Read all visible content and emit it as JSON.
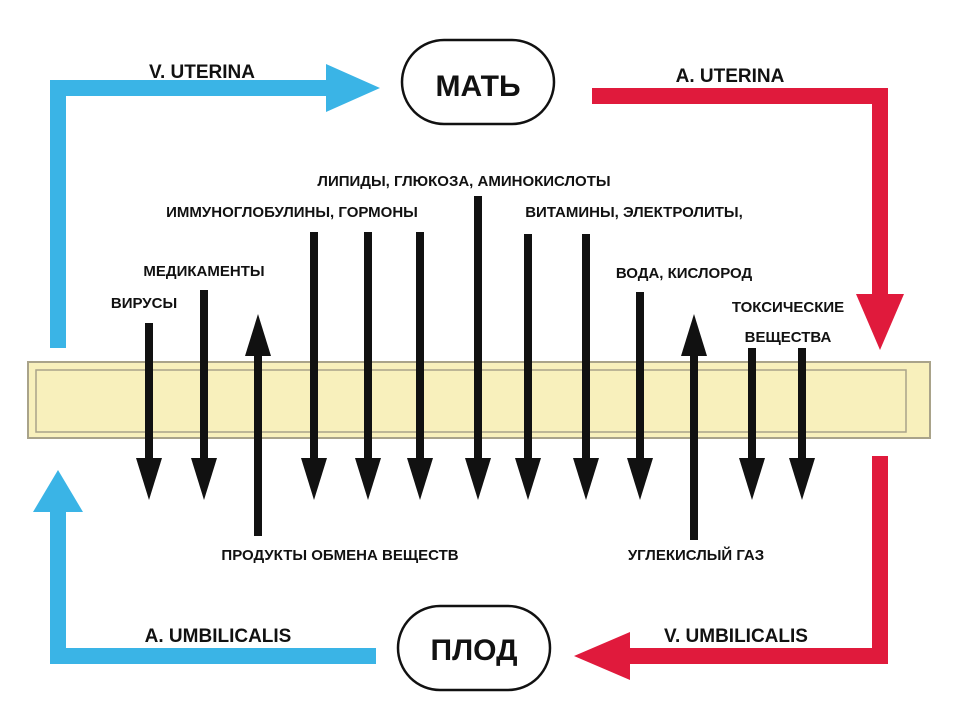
{
  "nodes": {
    "mother": "МАТЬ",
    "fetus": "ПЛОД"
  },
  "vessels": {
    "v_uterina": "V. UTERINA",
    "a_uterina": "A. UTERINA",
    "a_umbilicalis": "A. UMBILICALIS",
    "v_umbilicalis": "V. UMBILICALIS"
  },
  "substances": {
    "viruses": "ВИРУСЫ",
    "medications": "МЕДИКАМЕНТЫ",
    "immunoglobulins": "ИММУНОГЛОБУЛИНЫ, ГОРМОНЫ",
    "lipids": "ЛИПИДЫ, ГЛЮКОЗА, АМИНОКИСЛОТЫ",
    "vitamins": "ВИТАМИНЫ, ЭЛЕКТРОЛИТЫ,",
    "water": "ВОДА, КИСЛОРОД",
    "toxic_line1": "ТОКСИЧЕСКИЕ",
    "toxic_line2": "ВЕЩЕСТВА",
    "metabolites": "ПРОДУКТЫ ОБМЕНА ВЕЩЕСТВ",
    "co2": "УГЛЕКИСЛЫЙ ГАЗ"
  },
  "colors": {
    "venous_blue": "#3ab4e6",
    "arterial_red": "#e01a3c",
    "placenta_fill": "#f8f0bc",
    "placenta_border": "#a9a38a",
    "arrow": "#111111"
  }
}
